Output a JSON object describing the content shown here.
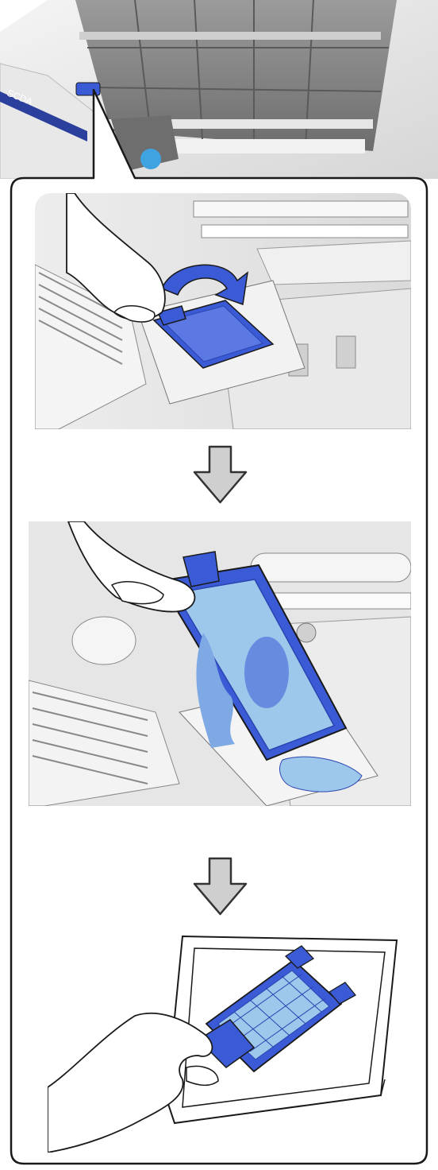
{
  "document": {
    "title": ""
  },
  "colors": {
    "background": "#ffffff",
    "outline": "#1a1a1a",
    "printer_gray": "#d9d9d9",
    "printer_light": "#eeeeee",
    "printer_dark": "#7f7f7f",
    "filter_blue": "#3b5bd6",
    "filter_blue_dark": "#2a44b0",
    "ink_light_blue": "#9ec7ec",
    "accent_cyan": "#3fa3e0",
    "arrow_fill": "#cfcfcf"
  },
  "steps": [
    {
      "id": "overview",
      "icon": "printer-top-view"
    },
    {
      "id": "step-1",
      "icon": "lift-filter-tab"
    },
    {
      "id": "step-2",
      "icon": "remove-ink-filter"
    },
    {
      "id": "step-3",
      "icon": "place-filter-on-tray"
    }
  ],
  "icons": {
    "down_arrow": "down-arrow-icon",
    "rotate_arrow": "curved-arrow-icon"
  }
}
